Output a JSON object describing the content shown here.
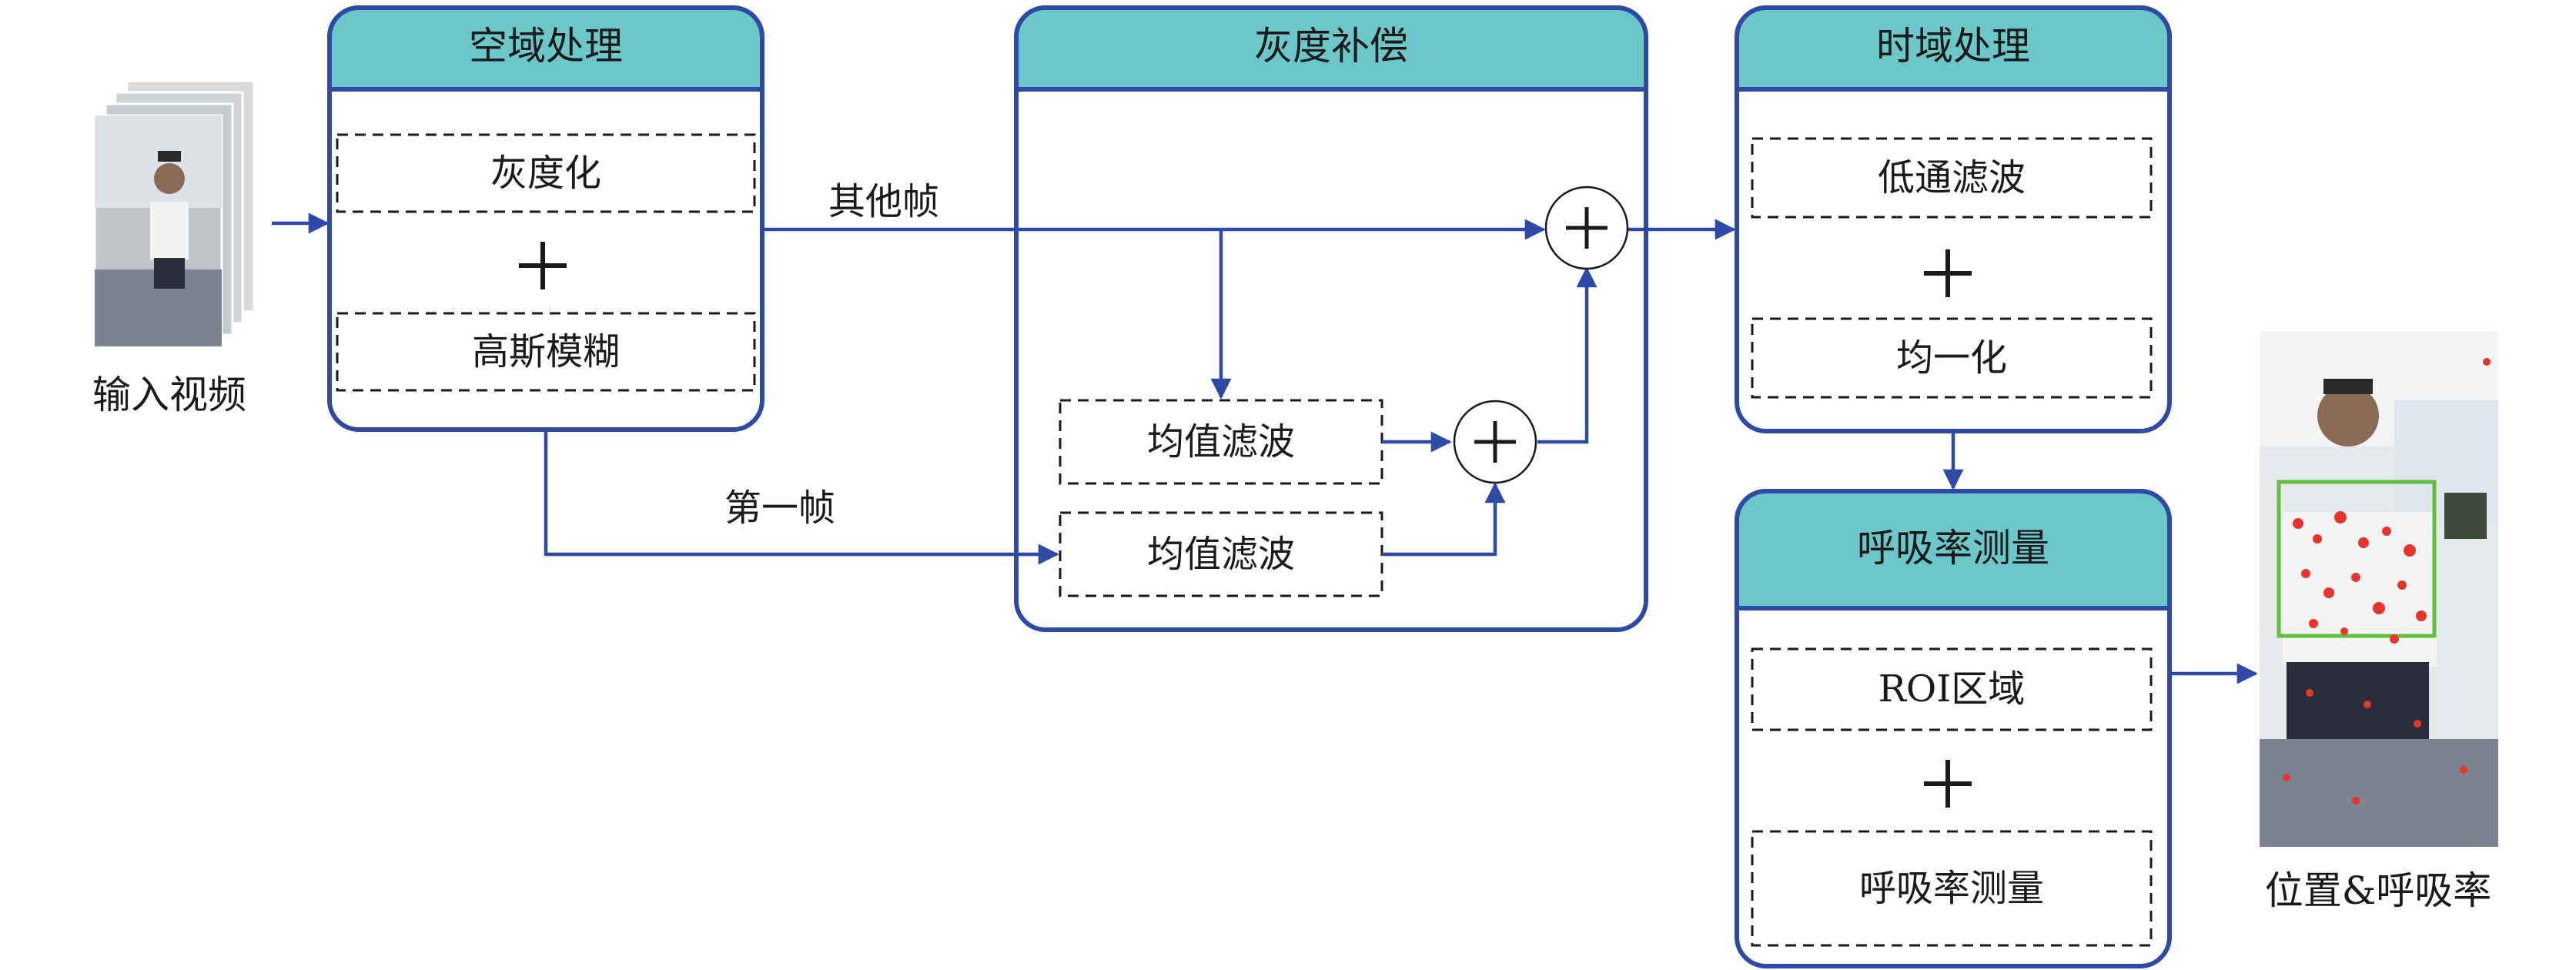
{
  "input": {
    "caption": "输入视频"
  },
  "spatial": {
    "title": "空域处理",
    "step1": "灰度化",
    "step2": "高斯模糊"
  },
  "gray": {
    "title": "灰度补偿",
    "filter1": "均值滤波",
    "filter2": "均值滤波"
  },
  "temporal": {
    "title": "时域处理",
    "step1": "低通滤波",
    "step2": "均一化"
  },
  "resp": {
    "title": "呼吸率测量",
    "step1": "ROI区域",
    "step2": "呼吸率测量"
  },
  "edges": {
    "other_frames": "其他帧",
    "first_frame": "第一帧"
  },
  "output": {
    "caption": "位置&呼吸率"
  },
  "colors": {
    "border": "#2d4aa6",
    "header": "#6cc7c9",
    "roi_box": "#5fbf3a",
    "marker": "#e8352b"
  }
}
